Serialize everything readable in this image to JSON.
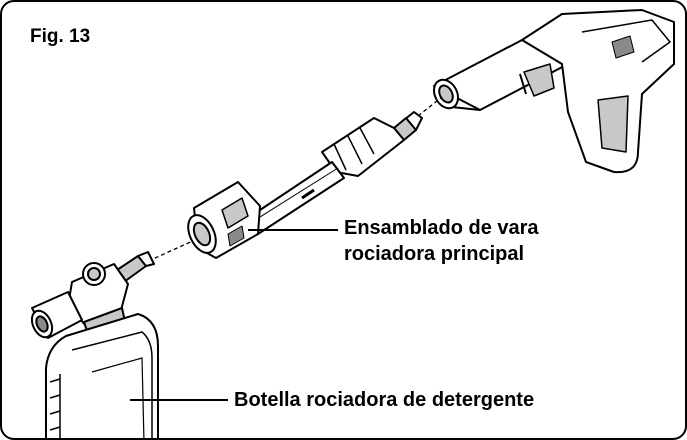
{
  "figure": {
    "label": "Fig. 13"
  },
  "callouts": {
    "wand_line1": "Ensamblado de vara",
    "wand_line2": "rociadora principal",
    "bottle": "Botella rociadora de detergente"
  },
  "colors": {
    "stroke": "#000000",
    "part_fill": "#ffffff",
    "shade": "#c8c8c8",
    "dark_shade": "#8a8a8a"
  }
}
